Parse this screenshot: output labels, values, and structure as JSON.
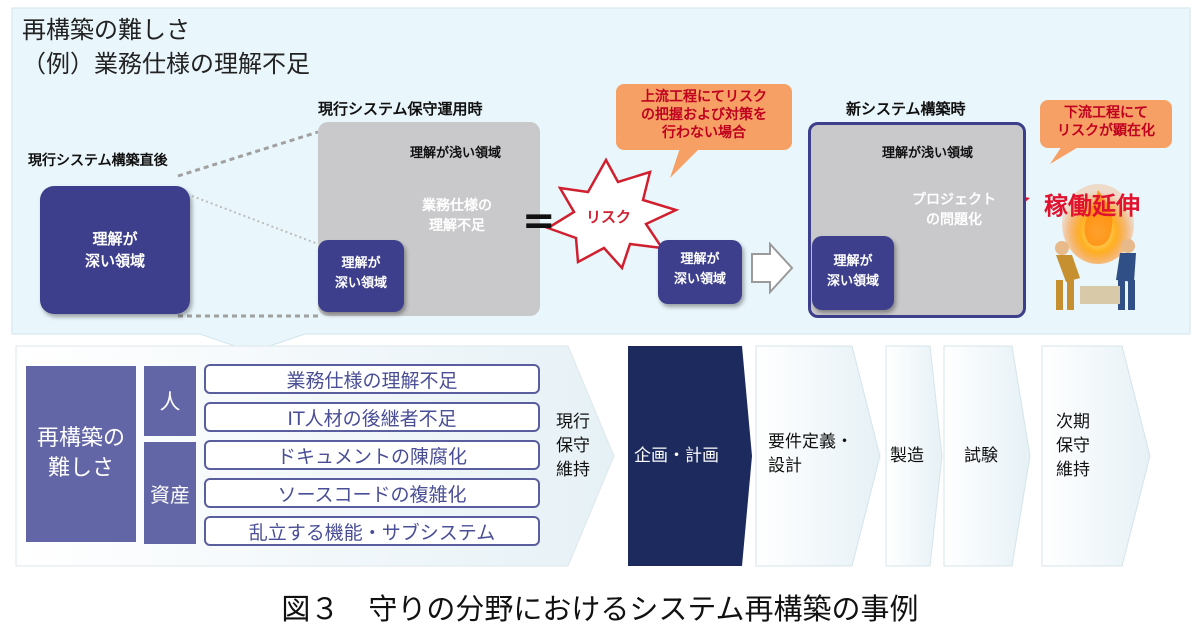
{
  "top": {
    "title_line1": "再構築の難しさ",
    "title_line2": "（例）業務仕様の理解不足",
    "stage1_title": "現行システム構築直後",
    "stage1_box": "理解が\n深い領域",
    "stage2_title": "現行システム保守運用時",
    "stage2_shallow": "理解が浅い領域",
    "stage2_burst": "業務仕様の\n理解不足",
    "stage2_deep": "理解が\n深い領域",
    "equals": "=",
    "risk_burst": "リスク",
    "risk_deep": "理解が\n深い領域",
    "callout_upstream": "上流工程にてリスク\nの把握および対策を\n行わない場合",
    "stage3_title": "新システム構築時",
    "stage3_shallow": "理解が浅い領域",
    "stage3_burst": "プロジェクト\nの問題化",
    "stage3_deep": "理解が\n深い領域",
    "callout_downstream": "下流工程にて\nリスクが顕在化",
    "delay_text": "稼働延伸"
  },
  "bottom": {
    "main_label": "再構築の\n難しさ",
    "cat_people": "人",
    "cat_assets": "資産",
    "issues": [
      "業務仕様の理解不足",
      "IT人材の後継者不足",
      "ドキュメントの陳腐化",
      "ソースコードの複雑化",
      "乱立する機能・サブシステム"
    ],
    "phase_current": "現行\n保守\n維持",
    "phases": [
      "企画・計画",
      "要件定義・\n設計",
      "製造",
      "試験",
      "次期\n保守\n維持"
    ]
  },
  "caption": "図３　守りの分野におけるシステム再構築の事例",
  "colors": {
    "navy": "#3d3f8c",
    "label_purple": "#6366a6",
    "callout_orange": "#f7a066",
    "alert_red": "#c0001f",
    "burst_red": "#e0122d",
    "panel": "#e9f6fb",
    "planning": "#1d2a5e"
  }
}
